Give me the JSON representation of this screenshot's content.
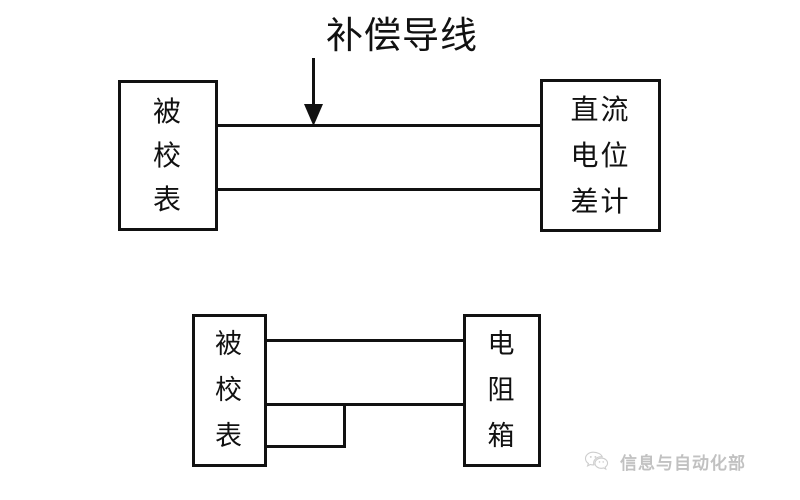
{
  "diagram": {
    "title_annotation": {
      "label": "补偿导线",
      "icon": "down-arrow-icon"
    },
    "top_circuit": {
      "name": "thermocouple-calibration-circuit",
      "left_block": {
        "name": "device-under-calibration",
        "lines": [
          "被",
          "校",
          "表"
        ]
      },
      "right_block": {
        "name": "dc-potentiometer",
        "lines": [
          "直流",
          "电位",
          "差计"
        ]
      },
      "wires": [
        {
          "name": "upper-compensating-wire"
        },
        {
          "name": "lower-compensating-wire"
        }
      ]
    },
    "bottom_circuit": {
      "name": "rtd-calibration-circuit",
      "left_block": {
        "name": "device-under-calibration",
        "lines": [
          "被",
          "校",
          "表"
        ]
      },
      "right_block": {
        "name": "resistance-box",
        "lines": [
          "电",
          "阻",
          "箱"
        ]
      },
      "wires": [
        {
          "name": "upper-lead-wire"
        },
        {
          "name": "middle-lead-wire"
        },
        {
          "name": "shorting-stub-wire"
        },
        {
          "name": "stub-jumper-wire"
        }
      ]
    },
    "colors": {
      "line": "#111111",
      "background": "#ffffff",
      "watermark_text": "#6d6d6d"
    }
  },
  "watermark": {
    "text": "信息与自动化部",
    "logo": "wechat-logo-icon"
  }
}
